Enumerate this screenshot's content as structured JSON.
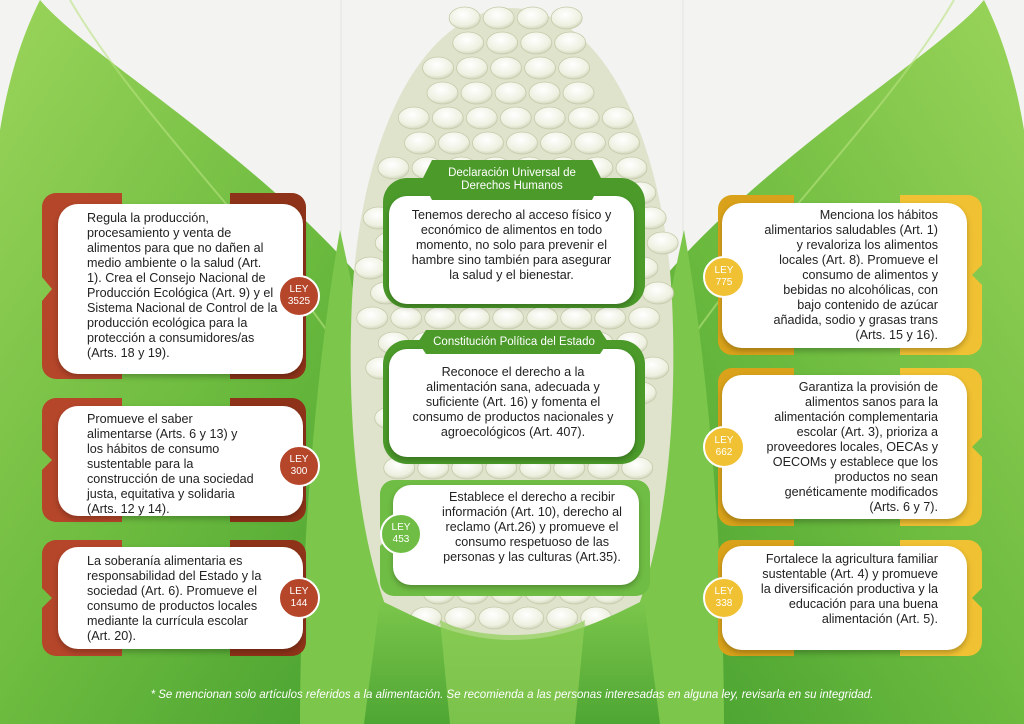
{
  "colors": {
    "leaf_green": "#6fbd44",
    "dark_green": "#4b9a2a",
    "rust": "#b5462a",
    "rust_dark": "#8e3319",
    "gold": "#f0c132",
    "gold_dark": "#d9a21a",
    "corn_white": "#f4f4ea"
  },
  "center": {
    "dudh": {
      "header": "Declaración Universal de Derechos Humanos",
      "text": "Tenemos derecho al acceso físico y económico de alimentos en todo momento, no solo para prevenir el hambre sino también para asegurar la salud y el bienestar."
    },
    "cpe": {
      "header": "Constitución Política del Estado",
      "text": "Reconoce el derecho a la alimentación sana, adecuada y suficiente (Art. 16) y fomenta el consumo de productos nacionales y agroecológicos (Art. 407)."
    },
    "ley453": {
      "badge_top": "LEY",
      "badge_num": "453",
      "text": "Establece el derecho a recibir información (Art. 10), derecho al reclamo (Art.26) y promueve el consumo respetuoso de las personas y las culturas (Art.35)."
    }
  },
  "left": [
    {
      "badge_top": "LEY",
      "badge_num": "3525",
      "text": "Regula la producción, procesamiento y venta de alimentos para que no dañen al medio ambiente o la salud (Art. 1). Crea el Consejo Nacional de Producción Ecológica (Art. 9) y el Sistema Nacional de Control de la producción ecológica para la protección a consumidores/as (Arts. 18 y 19)."
    },
    {
      "badge_top": "LEY",
      "badge_num": "300",
      "text": "Promueve el saber alimentarse (Arts. 6 y 13) y los hábitos de consumo sustentable para la construcción de una sociedad justa, equitativa y solidaria (Arts. 12 y 14)."
    },
    {
      "badge_top": "LEY",
      "badge_num": "144",
      "text": "La soberanía alimentaria es responsabilidad del Estado y la sociedad (Art. 6). Promueve el consumo de productos locales mediante la currícula escolar (Art. 20)."
    }
  ],
  "right": [
    {
      "badge_top": "LEY",
      "badge_num": "775",
      "text": "Menciona los hábitos alimentarios saludables (Art. 1) y revaloriza los alimentos locales (Art. 8). Promueve el consumo de alimentos y bebidas no alcohólicas, con bajo contenido de azúcar añadida, sodio y grasas trans (Arts. 15 y 16)."
    },
    {
      "badge_top": "LEY",
      "badge_num": "662",
      "text": "Garantiza la provisión de alimentos sanos para la alimentación complementaria escolar (Art. 3), prioriza a proveedores locales, OECAs y OECOMs y establece que los productos no sean genéticamente modificados (Arts. 6 y 7)."
    },
    {
      "badge_top": "LEY",
      "badge_num": "338",
      "text": "Fortalece la agricultura familiar sustentable (Art. 4) y promueve la diversificación productiva y la educación para una buena alimentación (Art. 5)."
    }
  ],
  "footnote": "* Se mencionan solo artículos referidos a la alimentación. Se recomienda a las personas interesadas en alguna ley, revisarla en su integridad."
}
